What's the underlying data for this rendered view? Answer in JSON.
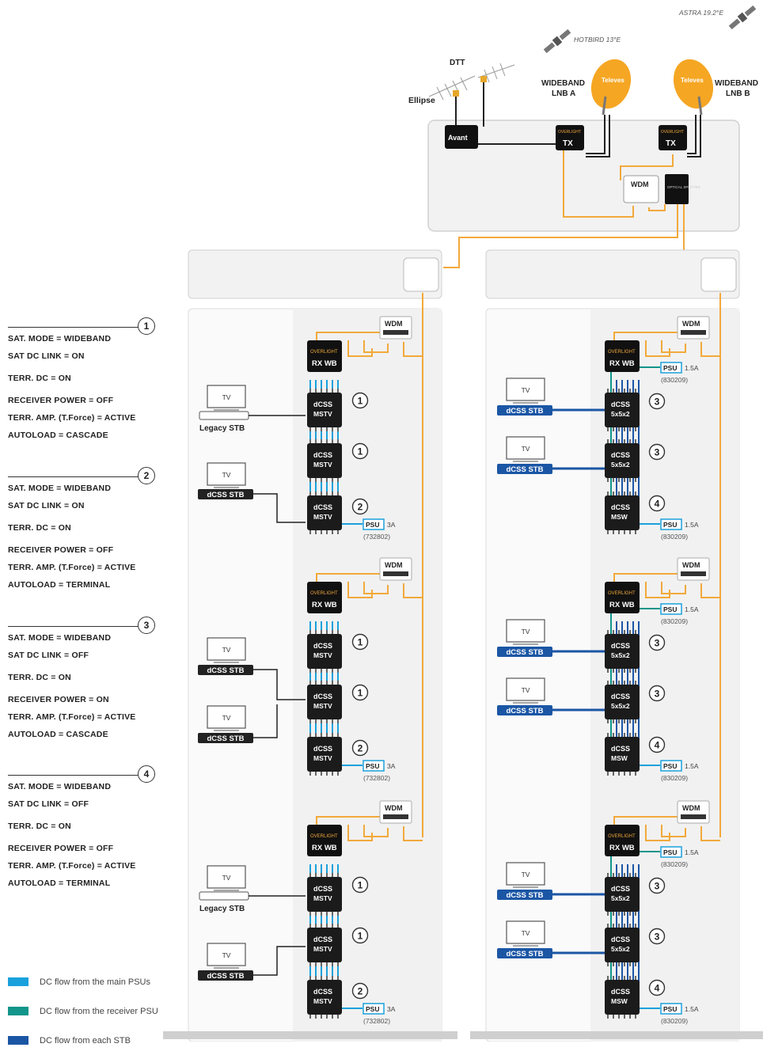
{
  "satellites": {
    "astra": "ASTRA 19.2°E",
    "hotbird": "HOTBIRD 13°E"
  },
  "antennas": {
    "dtt": "DTT",
    "ellipse": "Ellipse"
  },
  "lnb_a": {
    "line1": "WIDEBAND",
    "line2": "LNB A"
  },
  "lnb_b": {
    "line1": "WIDEBAND",
    "line2": "LNB B"
  },
  "brands": {
    "avant": "Avant",
    "televes": "Televes",
    "tx_small": "OVERLIGHT"
  },
  "labels": {
    "tx": "TX",
    "wdm": "WDM",
    "optical_splitter": "OPTICAL SPLITTER",
    "rx_wb": "RX WB",
    "overlight": "OVERLIGHT",
    "dcss": "dCSS",
    "mstv": "MSTV",
    "msw": "MSW",
    "fx": "5x5x2",
    "psu": "PSU",
    "psu_3a": "3A",
    "psu_15a": "1.5A",
    "ref_732802": "(732802)",
    "ref_830209": "(830209)",
    "tv": "TV",
    "legacy_stb": "Legacy STB",
    "dcss_stb": "dCSS STB"
  },
  "configs": [
    {
      "number": "1",
      "rows": [
        "SAT. MODE = WIDEBAND",
        "SAT DC LINK = ON",
        "TERR. DC = ON",
        "RECEIVER POWER = OFF",
        "TERR. AMP. (T.Force) = ACTIVE",
        "AUTOLOAD = CASCADE"
      ]
    },
    {
      "number": "2",
      "rows": [
        "SAT. MODE = WIDEBAND",
        "SAT DC LINK = ON",
        "TERR. DC = ON",
        "RECEIVER POWER = OFF",
        "TERR. AMP. (T.Force) = ACTIVE",
        "AUTOLOAD = TERMINAL"
      ]
    },
    {
      "number": "3",
      "rows": [
        "SAT. MODE = WIDEBAND",
        "SAT DC LINK = OFF",
        "TERR. DC = ON",
        "RECEIVER POWER = ON",
        "TERR. AMP. (T.Force) = ACTIVE",
        "AUTOLOAD = CASCADE"
      ]
    },
    {
      "number": "4",
      "rows": [
        "SAT. MODE = WIDEBAND",
        "SAT DC LINK = OFF",
        "TERR. DC = ON",
        "RECEIVER POWER = OFF",
        "TERR. AMP. (T.Force) = ACTIVE",
        "AUTOLOAD = TERMINAL"
      ]
    }
  ],
  "legend": [
    {
      "text": "DC flow from the main PSUs",
      "color": "#1aa1dc"
    },
    {
      "text": "DC flow from the receiver PSU",
      "color": "#12958a"
    },
    {
      "text": "DC flow from each STB",
      "color": "#1b56a5"
    }
  ],
  "colors": {
    "fiber": "#f2a93b",
    "coax": "#222222",
    "dc_main": "#1aa1dc",
    "dc_receiver": "#12958a",
    "dc_stb": "#1b56a5",
    "panel": "#f2f2f2",
    "panel_border": "#d0d0d0"
  }
}
